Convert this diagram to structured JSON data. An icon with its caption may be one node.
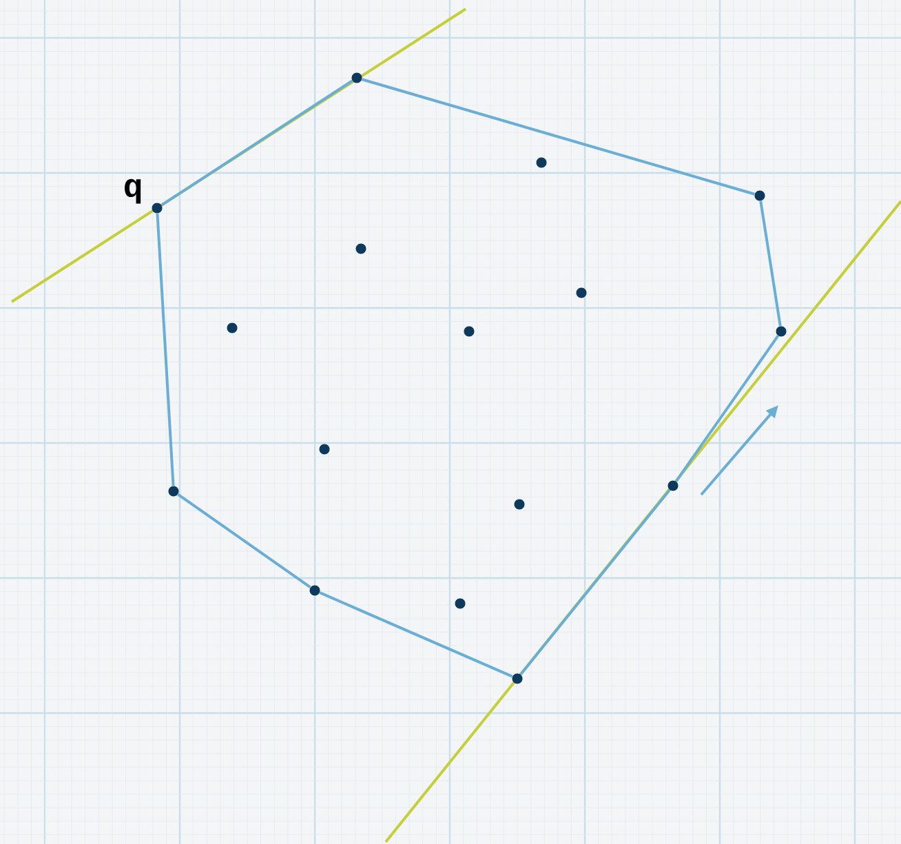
{
  "diagram": {
    "nodes": [
      {
        "text": [],
        "shape": "circle"
      },
      {
        "text": [],
        "shape": "circle"
      },
      {
        "text": [],
        "shape": "circle"
      },
      {
        "text": [],
        "shape": "circle",
        "beside": [
          "q"
        ]
      },
      {
        "text": [],
        "shape": "circle"
      },
      {
        "text": [],
        "shape": "circle"
      },
      {
        "text": [],
        "shape": "circle"
      },
      {
        "text": [],
        "shape": "circle"
      },
      {
        "text": [],
        "shape": "circle"
      },
      {
        "text": [],
        "shape": "circle"
      },
      {
        "text": [],
        "shape": "circle"
      },
      {
        "text": [],
        "shape": "circle"
      },
      {
        "text": [],
        "shape": "circle"
      },
      {
        "text": [],
        "shape": "circle"
      },
      {
        "text": [],
        "shape": "circle"
      },
      {
        "text": [],
        "shape": "circle"
      }
    ],
    "edges": [
      {
        "from": 3,
        "to": 0,
        "arrow": "none"
      },
      {
        "from": 0,
        "to": 2,
        "arrow": "none"
      },
      {
        "from": 2,
        "to": 8,
        "arrow": "none"
      },
      {
        "from": 8,
        "to": 10,
        "arrow": "none"
      },
      {
        "from": 10,
        "to": 15,
        "arrow": "none"
      },
      {
        "from": 15,
        "to": 13,
        "arrow": "none"
      },
      {
        "from": 13,
        "to": 11,
        "arrow": "none"
      },
      {
        "from": 11,
        "to": 3,
        "arrow": "none"
      }
    ]
  }
}
